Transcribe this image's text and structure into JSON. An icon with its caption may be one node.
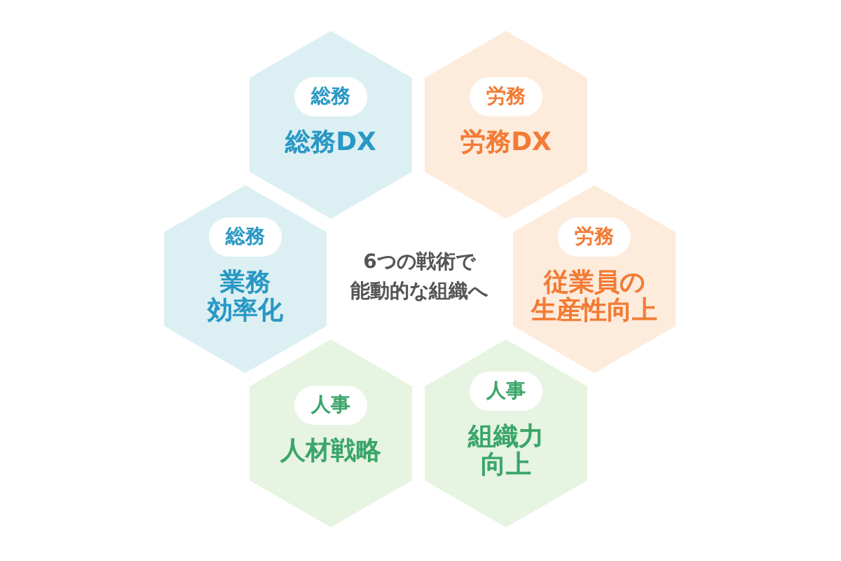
{
  "diagram": {
    "nodes": [
      {
        "text": [
          "総務",
          "総務DX"
        ]
      },
      {
        "text": [
          "労務",
          "労務DX"
        ]
      },
      {
        "text": [
          "総務",
          "業務効率化"
        ]
      },
      {
        "text": [
          "労務",
          "従業員の生産性向上"
        ]
      },
      {
        "text": [
          "人事",
          "人材戦略"
        ]
      },
      {
        "text": [
          "人事",
          "組織力向上"
        ]
      }
    ],
    "labels": [
      "6つの戦術で能動的な組織へ"
    ]
  }
}
